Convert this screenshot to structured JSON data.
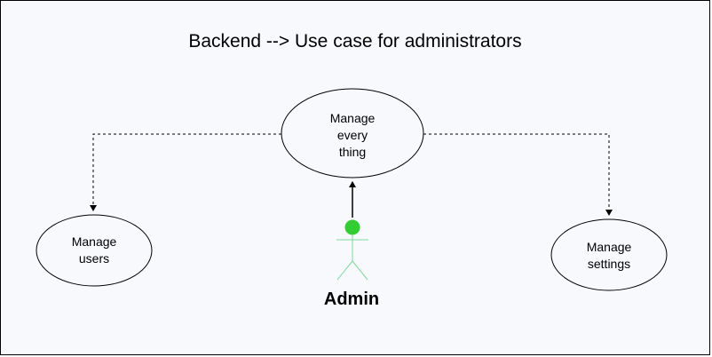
{
  "title": "Backend --> Use case for administrators",
  "use_cases": {
    "center": {
      "lines": [
        "Manage",
        "every",
        "thing"
      ]
    },
    "left": {
      "lines": [
        "Manage",
        "users"
      ]
    },
    "right": {
      "lines": [
        "Manage",
        "settings"
      ]
    }
  },
  "actor": {
    "label": "Admin",
    "head_color": "#33cc33",
    "body_color": "#7fd89a"
  },
  "connectors": {
    "actor_to_center": "solid-arrow",
    "center_to_left": "dashed-arrow",
    "center_to_right": "dashed-arrow"
  }
}
